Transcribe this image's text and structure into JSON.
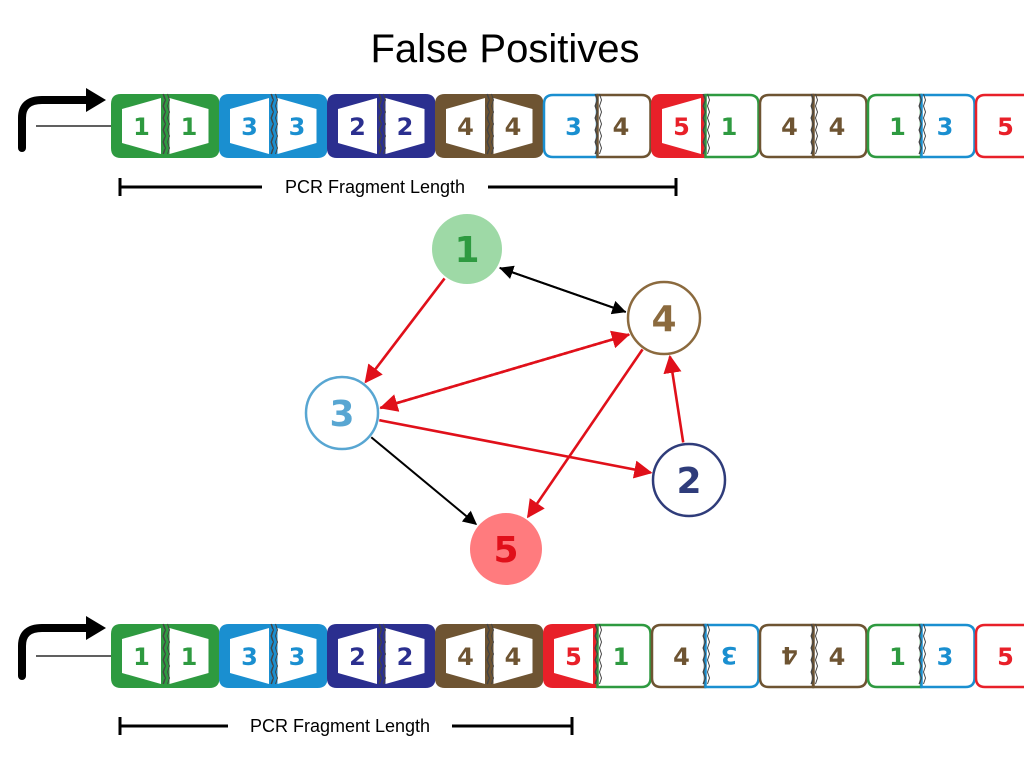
{
  "title": "False Positives",
  "colors": {
    "seg_1": "#2e9a40",
    "seg_3": "#1a8fd0",
    "seg_2": "#2b2f8f",
    "seg_4": "#6e5432",
    "seg_5": "#e82029",
    "node_1_fill": "#9ed9a6",
    "node_1_text": "#2e9a40",
    "node_4_stroke": "#8b6a3e",
    "node_4_text": "#8b6a3e",
    "node_3_stroke": "#58a6d2",
    "node_3_text": "#58a6d2",
    "node_2_stroke": "#2f3c7a",
    "node_2_text": "#2f3c7a",
    "node_5_fill": "#ff7b7e",
    "node_5_text": "#e0101a",
    "edge_red": "#e0101a",
    "edge_black": "#000000"
  },
  "construct_top": {
    "label": "PCR Fragment Length",
    "segments": [
      {
        "label": "1",
        "color": "seg_1",
        "style": "filled",
        "shape": "left"
      },
      {
        "label": "1",
        "color": "seg_1",
        "style": "filled",
        "shape": "right"
      },
      {
        "label": "3",
        "color": "seg_3",
        "style": "filled",
        "shape": "left"
      },
      {
        "label": "3",
        "color": "seg_3",
        "style": "filled",
        "shape": "right"
      },
      {
        "label": "2",
        "color": "seg_2",
        "style": "filled",
        "shape": "left"
      },
      {
        "label": "2",
        "color": "seg_2",
        "style": "filled",
        "shape": "right"
      },
      {
        "label": "4",
        "color": "seg_4",
        "style": "filled",
        "shape": "left"
      },
      {
        "label": "4",
        "color": "seg_4",
        "style": "filled",
        "shape": "right"
      },
      {
        "label": "3",
        "color": "seg_3",
        "style": "outline",
        "shape": "left"
      },
      {
        "label": "4",
        "color": "seg_4",
        "style": "outline",
        "shape": "right"
      },
      {
        "label": "5",
        "color": "seg_5",
        "style": "filled",
        "shape": "left"
      },
      {
        "label": "1",
        "color": "seg_1",
        "style": "outline",
        "shape": "right"
      },
      {
        "label": "4",
        "color": "seg_4",
        "style": "outline",
        "shape": "left"
      },
      {
        "label": "4",
        "color": "seg_4",
        "style": "outline",
        "shape": "right"
      },
      {
        "label": "1",
        "color": "seg_1",
        "style": "outline",
        "shape": "left"
      },
      {
        "label": "3",
        "color": "seg_3",
        "style": "outline",
        "shape": "right"
      },
      {
        "label": "5",
        "color": "seg_5",
        "style": "outline",
        "shape": "left"
      }
    ]
  },
  "construct_bottom": {
    "label": "PCR Fragment Length",
    "segments": [
      {
        "label": "1",
        "color": "seg_1",
        "style": "filled",
        "shape": "left"
      },
      {
        "label": "1",
        "color": "seg_1",
        "style": "filled",
        "shape": "right"
      },
      {
        "label": "3",
        "color": "seg_3",
        "style": "filled",
        "shape": "left"
      },
      {
        "label": "3",
        "color": "seg_3",
        "style": "filled",
        "shape": "right"
      },
      {
        "label": "2",
        "color": "seg_2",
        "style": "filled",
        "shape": "left"
      },
      {
        "label": "2",
        "color": "seg_2",
        "style": "filled",
        "shape": "right"
      },
      {
        "label": "4",
        "color": "seg_4",
        "style": "filled",
        "shape": "left"
      },
      {
        "label": "4",
        "color": "seg_4",
        "style": "filled",
        "shape": "right"
      },
      {
        "label": "5",
        "color": "seg_5",
        "style": "filled",
        "shape": "left"
      },
      {
        "label": "1",
        "color": "seg_1",
        "style": "outline",
        "shape": "right"
      },
      {
        "label": "4",
        "color": "seg_4",
        "style": "outline",
        "shape": "left"
      },
      {
        "label": "3",
        "color": "seg_3",
        "style": "outline",
        "shape": "right",
        "inverted": true
      },
      {
        "label": "4",
        "color": "seg_4",
        "style": "outline",
        "shape": "left",
        "inverted": true
      },
      {
        "label": "4",
        "color": "seg_4",
        "style": "outline",
        "shape": "right"
      },
      {
        "label": "1",
        "color": "seg_1",
        "style": "outline",
        "shape": "left"
      },
      {
        "label": "3",
        "color": "seg_3",
        "style": "outline",
        "shape": "right"
      },
      {
        "label": "5",
        "color": "seg_5",
        "style": "outline",
        "shape": "left"
      }
    ]
  },
  "graph": {
    "nodes": [
      {
        "id": "1",
        "label": "1",
        "fill": "node_1_fill",
        "stroke": "node_1_fill",
        "text": "node_1_text"
      },
      {
        "id": "4",
        "label": "4",
        "fill": "",
        "stroke": "node_4_stroke",
        "text": "node_4_text"
      },
      {
        "id": "3",
        "label": "3",
        "fill": "",
        "stroke": "node_3_stroke",
        "text": "node_3_text"
      },
      {
        "id": "2",
        "label": "2",
        "fill": "",
        "stroke": "node_2_stroke",
        "text": "node_2_text"
      },
      {
        "id": "5",
        "label": "5",
        "fill": "node_5_fill",
        "stroke": "node_5_fill",
        "text": "node_5_text"
      }
    ],
    "edges": [
      {
        "from": "4",
        "to": "1",
        "color": "edge_black",
        "dashed": false
      },
      {
        "from": "1",
        "to": "4",
        "color": "edge_black",
        "dashed": false
      },
      {
        "from": "1",
        "to": "3",
        "color": "edge_red",
        "dashed": false
      },
      {
        "from": "4",
        "to": "3",
        "color": "edge_red",
        "dashed": false
      },
      {
        "from": "3",
        "to": "4",
        "color": "edge_red",
        "dashed": true
      },
      {
        "from": "3",
        "to": "2",
        "color": "edge_red",
        "dashed": false
      },
      {
        "from": "2",
        "to": "4",
        "color": "edge_red",
        "dashed": false
      },
      {
        "from": "4",
        "to": "5",
        "color": "edge_red",
        "dashed": false
      },
      {
        "from": "3",
        "to": "5",
        "color": "edge_black",
        "dashed": false
      }
    ]
  }
}
